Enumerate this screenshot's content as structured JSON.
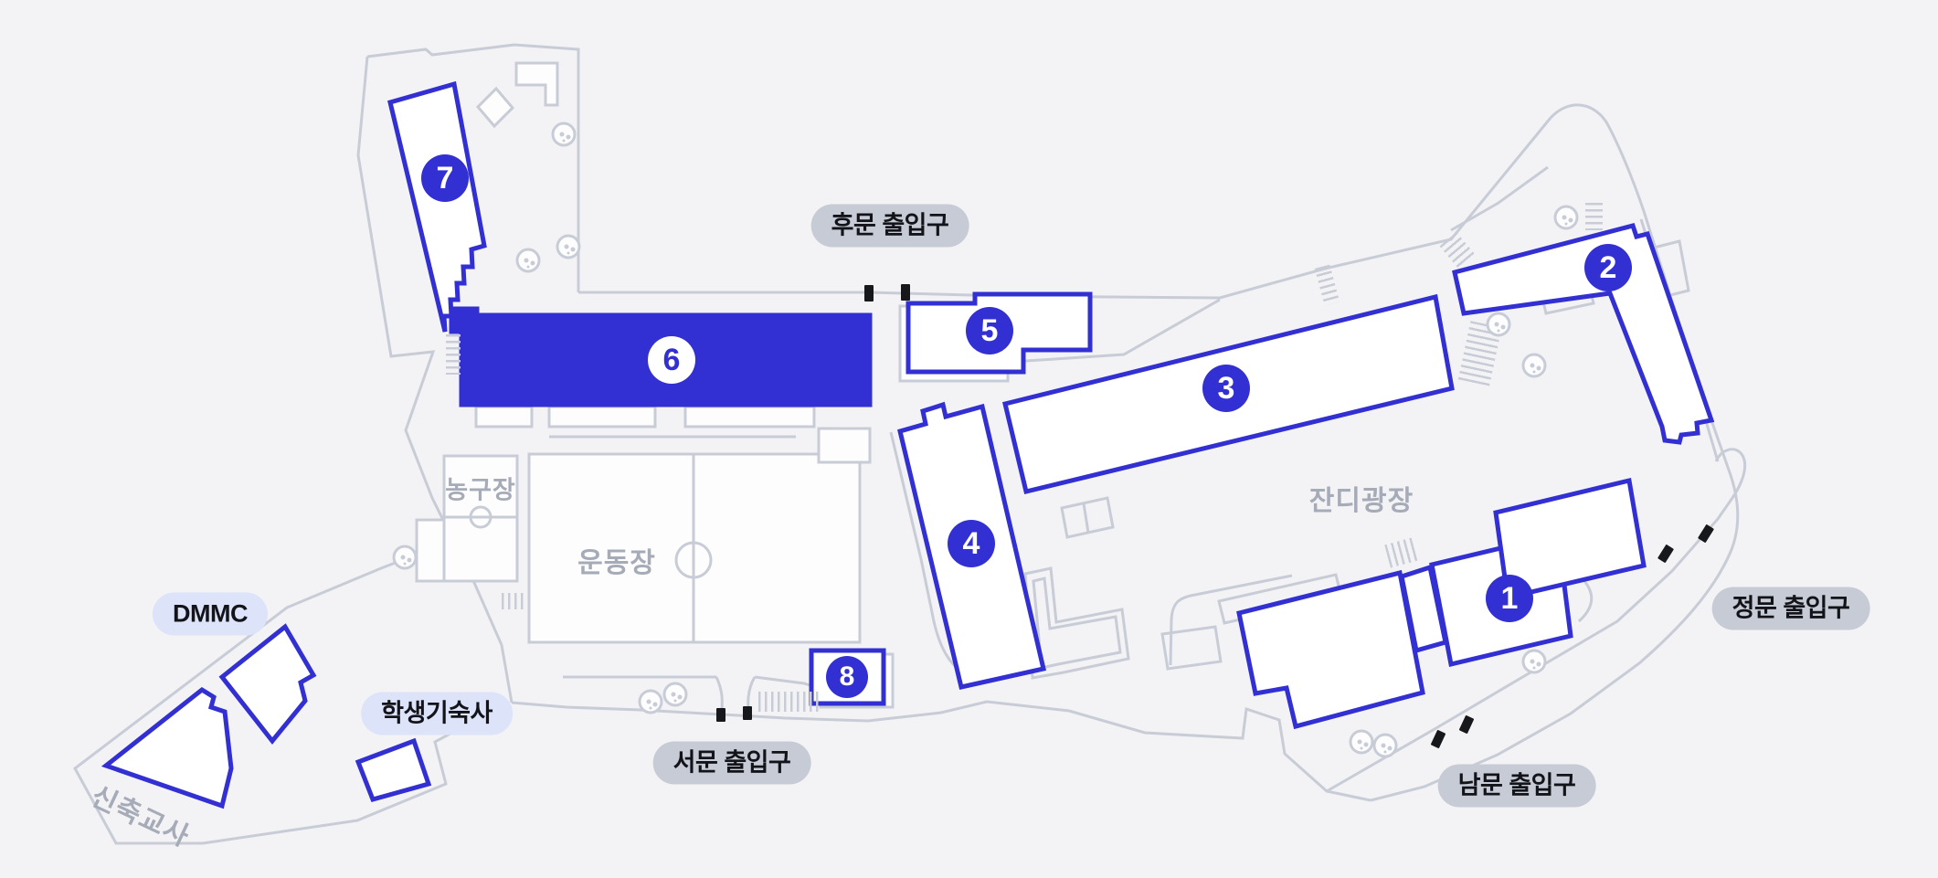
{
  "map": {
    "buildings": [
      {
        "number": "1"
      },
      {
        "number": "2"
      },
      {
        "number": "3"
      },
      {
        "number": "4"
      },
      {
        "number": "5"
      },
      {
        "number": "6"
      },
      {
        "number": "7"
      },
      {
        "number": "8"
      }
    ],
    "gates": [
      {
        "label": "후문 출입구"
      },
      {
        "label": "정문 출입구"
      },
      {
        "label": "남문 출입구"
      },
      {
        "label": "서문 출입구"
      }
    ],
    "facilities": [
      {
        "label": "DMMC"
      },
      {
        "label": "학생기숙사"
      }
    ],
    "areas": [
      {
        "label": "농구장"
      },
      {
        "label": "운동장"
      },
      {
        "label": "잔디광장"
      },
      {
        "label": "신축교사"
      }
    ],
    "colors": {
      "accent_blue": "#3230d3",
      "outline_gray": "#c8ccd6",
      "background": "#f3f3f5",
      "gate_pill": "#c7cbd5",
      "facility_pill": "#dde3f9",
      "area_text": "#a6abb8",
      "gate_marker": "#17181c"
    }
  }
}
